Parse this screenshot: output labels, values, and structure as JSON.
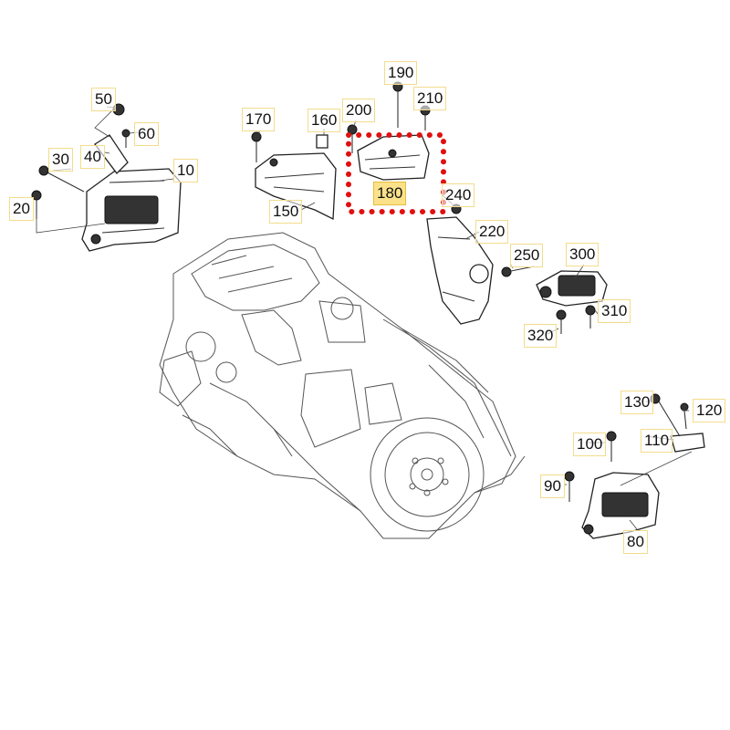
{
  "diagram": {
    "callouts": [
      {
        "id": "10",
        "label": "10"
      },
      {
        "id": "20",
        "label": "20"
      },
      {
        "id": "30",
        "label": "30"
      },
      {
        "id": "40",
        "label": "40"
      },
      {
        "id": "50",
        "label": "50"
      },
      {
        "id": "60",
        "label": "60"
      },
      {
        "id": "80",
        "label": "80"
      },
      {
        "id": "90",
        "label": "90"
      },
      {
        "id": "100",
        "label": "100"
      },
      {
        "id": "110",
        "label": "110"
      },
      {
        "id": "120",
        "label": "120"
      },
      {
        "id": "130",
        "label": "130"
      },
      {
        "id": "150",
        "label": "150"
      },
      {
        "id": "160",
        "label": "160"
      },
      {
        "id": "170",
        "label": "170"
      },
      {
        "id": "180",
        "label": "180",
        "highlighted": true
      },
      {
        "id": "190",
        "label": "190"
      },
      {
        "id": "200",
        "label": "200"
      },
      {
        "id": "210",
        "label": "210"
      },
      {
        "id": "220",
        "label": "220"
      },
      {
        "id": "240",
        "label": "240"
      },
      {
        "id": "250",
        "label": "250"
      },
      {
        "id": "300",
        "label": "300"
      },
      {
        "id": "310",
        "label": "310"
      },
      {
        "id": "320",
        "label": "320"
      }
    ],
    "colors": {
      "highlight_fill": "#fbe28a",
      "label_border": "#f3dc8c",
      "selection_box": "#e01010",
      "line": "#333333"
    }
  }
}
